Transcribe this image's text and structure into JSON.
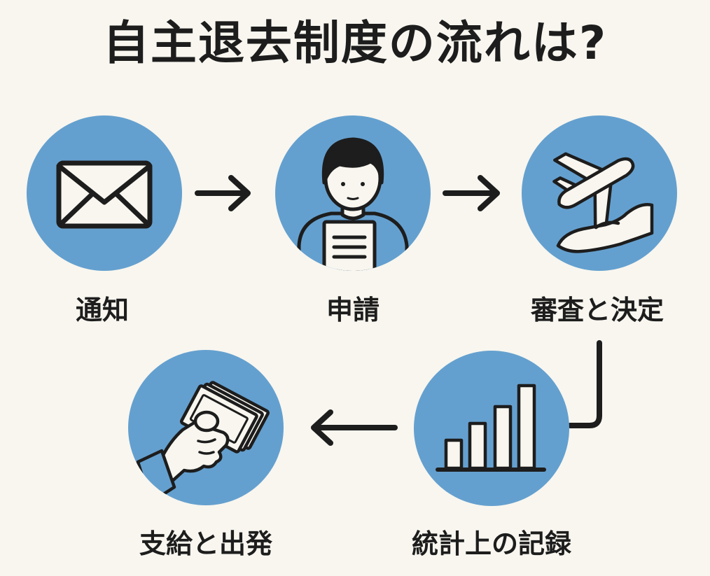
{
  "title": "自主退去制度の流れは?",
  "colors": {
    "background": "#f8f6ef",
    "circle": "#64a0cf",
    "ink": "#1d1d1d"
  },
  "steps": [
    {
      "label": "通知",
      "icon": "envelope-icon"
    },
    {
      "label": "申請",
      "icon": "person-with-document-icon"
    },
    {
      "label": "審査と決定",
      "icon": "airplane-over-hand-icon"
    },
    {
      "label": "統計上の記録",
      "icon": "bar-chart-icon"
    },
    {
      "label": "支給と出発",
      "icon": "hand-with-money-icon"
    }
  ]
}
